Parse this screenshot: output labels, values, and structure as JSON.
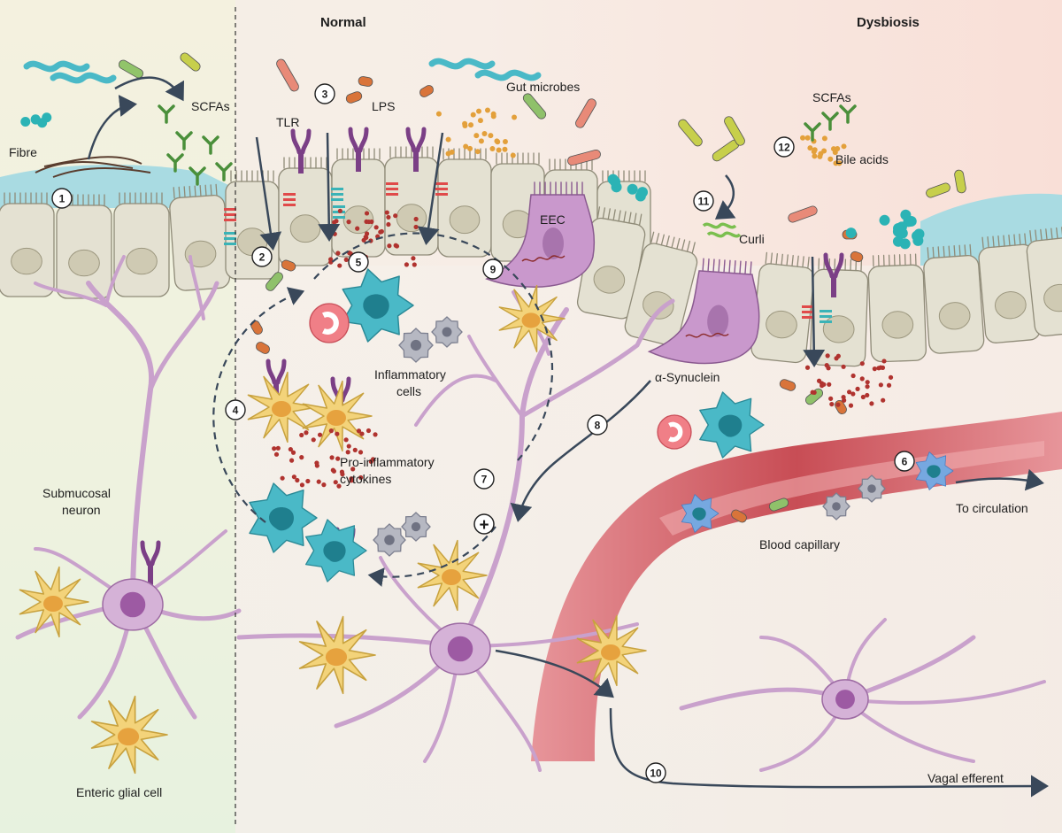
{
  "headers": {
    "normal": "Normal",
    "dysbiosis": "Dysbiosis"
  },
  "labels": {
    "fibre": "Fibre",
    "scfas_left": "SCFAs",
    "tlr": "TLR",
    "lps": "LPS",
    "gut_microbes": "Gut microbes",
    "scfas_right": "SCFAs",
    "bile_acids": "Bile acids",
    "eec": "EEC",
    "curli": "Curli",
    "alpha_synuclein": "α-Synuclein",
    "inflammatory_cells_1": "Inflammatory",
    "inflammatory_cells_2": "cells",
    "proinflammatory_1": "Pro-inflammatory",
    "proinflammatory_2": "cytokines",
    "submucosal_1": "Submucosal",
    "submucosal_2": "neuron",
    "enteric_glial": "Enteric glial cell",
    "blood_capillary": "Blood capillary",
    "to_circulation": "To circulation",
    "vagal_efferent": "Vagal efferent",
    "plus": "+"
  },
  "steps": [
    "1",
    "2",
    "3",
    "4",
    "5",
    "6",
    "7",
    "8",
    "9",
    "10",
    "11",
    "12"
  ],
  "colors": {
    "epithelium": "#e4e1d2",
    "mucus": "#a9dbe2",
    "neuron": "#c9a1cc",
    "neuron_dark": "#9d6ba3",
    "glia": "#f3d37a",
    "vessel": "#d9666a",
    "immune_teal": "#4ab9c7",
    "lumen_normal": "#f7eee7",
    "lumen_dysbiosis": "#f8e1da"
  }
}
